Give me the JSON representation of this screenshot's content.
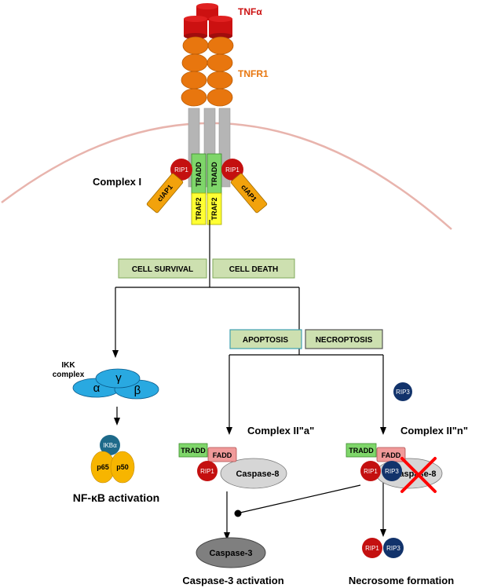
{
  "labels": {
    "tnf": "TNFα",
    "tnfr1": "TNFR1",
    "complex_i": "Complex I",
    "rip1": "RIP1",
    "rip3": "RIP3",
    "tradd": "TRADD",
    "traf2": "TRAF2",
    "ciap1": "cIAP1",
    "fadd": "FADD",
    "caspase8": "Caspase-8",
    "caspase3": "Caspase-3",
    "ikk_complex_line1": "IKK",
    "ikk_complex_line2": "complex",
    "alpha": "α",
    "gamma": "γ",
    "beta": "β",
    "ikba": "IKBα",
    "p65": "p65",
    "p50": "p50",
    "nfkb_activation": "NF-κB activation",
    "cell_survival": "CELL SURVIVAL",
    "cell_death": "CELL DEATH",
    "apoptosis": "APOPTOSIS",
    "necroptosis": "NECROPTOSIS",
    "complex_ii_a": "Complex II\"a\"",
    "complex_ii_n": "Complex II\"n\"",
    "caspase3_activation": "Caspase-3 activation",
    "necrosome_formation": "Necrosome formation"
  },
  "colors": {
    "tnf_red": "#cc1111",
    "tnfr1_orange": "#e8760e",
    "membrane": "#e8b4ad",
    "stalk_gray": "#b5b5b5",
    "rip1_red": "#c41010",
    "rip3_navy": "#12336b",
    "tradd_green": "#7fd66a",
    "traf2_yellow": "#ffff33",
    "ciap1_orange": "#f2a20c",
    "fadd_pink": "#f09a9a",
    "caspase8_gray": "#d6d6d6",
    "caspase3_gray": "#7f7f7f",
    "ikk_blue": "#29a9e1",
    "ikba_teal": "#1e6a8a",
    "p65_p50_yellow": "#f7b500",
    "box_green": "#cde0b0",
    "inhibit_cross": "#ff0000"
  }
}
